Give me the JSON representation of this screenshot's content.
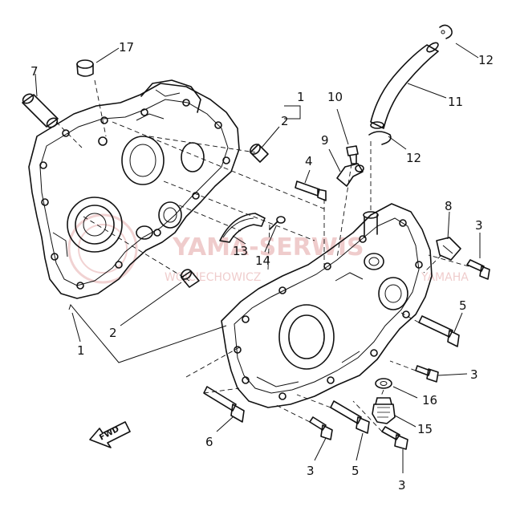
{
  "callouts": [
    "17",
    "7",
    "1",
    "2",
    "10",
    "9",
    "12",
    "11",
    "12",
    "4",
    "8",
    "3",
    "13",
    "14",
    "5",
    "2",
    "1",
    "3",
    "16",
    "15",
    "6",
    "3",
    "5",
    "3"
  ],
  "watermark": {
    "line1": "YAMA-SERWIS",
    "line2": "WOJCIECHOWICZ",
    "line3": "YAMAHA"
  },
  "fwd_label": "FWD",
  "colors": {
    "ink": "#111111",
    "watermark": "#c94a4a",
    "background": "#ffffff"
  }
}
